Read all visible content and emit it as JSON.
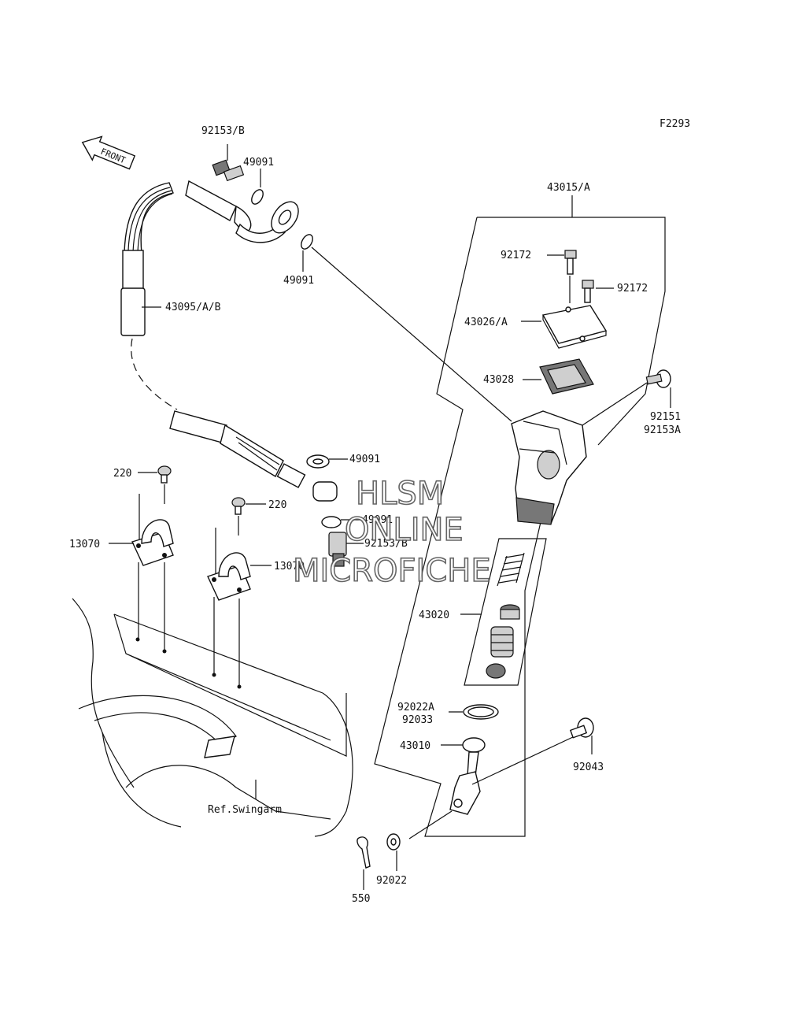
{
  "figure_code": "F2293",
  "front_label": "FRONT",
  "reference_label": "Ref.Swingarm",
  "watermark": [
    "HLSM",
    "ONLINE",
    "MICROFICHE"
  ],
  "parts": {
    "p92153b_top": "92153/B",
    "p49091_a": "49091",
    "p49091_b": "49091",
    "p43095": "43095/A/B",
    "p43015": "43015/A",
    "p92172_a": "92172",
    "p92172_b": "92172",
    "p43026": "43026/A",
    "p43028": "43028",
    "p92151": "92151",
    "p92153a": "92153A",
    "p49091_c": "49091",
    "p49091_d": "49091",
    "p92153b_bottom": "92153/B",
    "p220_a": "220",
    "p220_b": "220",
    "p13070_a": "13070",
    "p13070_b": "13070",
    "p43020": "43020",
    "p92022a": "92022A",
    "p92033": "92033",
    "p43010": "43010",
    "p92043": "92043",
    "p550": "550",
    "p92022": "92022"
  }
}
